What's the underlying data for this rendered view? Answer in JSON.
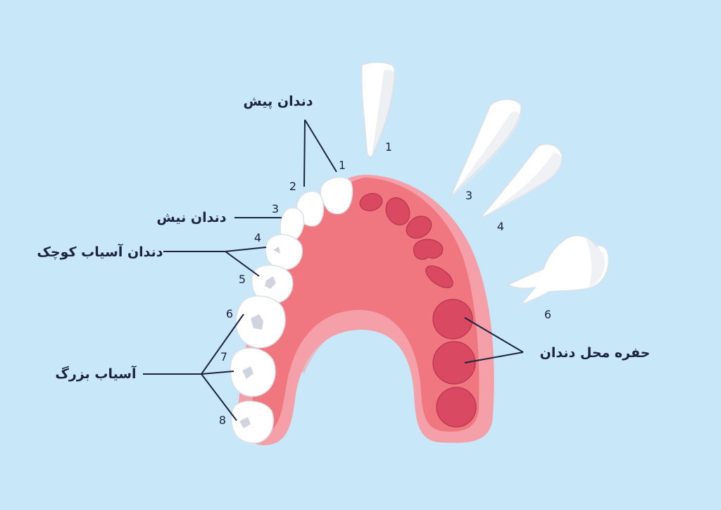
{
  "labels": {
    "incisors": "دندان پیش",
    "canine": "دندان نیش",
    "premolars": "دندان آسیاب کوچک",
    "molars": "آسیاب بزرگ",
    "socket": "حفره محل دندان"
  },
  "arch_numbers": [
    "1",
    "2",
    "3",
    "4",
    "5",
    "6",
    "7",
    "8"
  ],
  "extracted_numbers": [
    "1",
    "3",
    "4",
    "6"
  ],
  "colors": {
    "background": "#c8e8f9",
    "gum": "#f07680",
    "gum_light": "#f5a0a8",
    "socket": "#d94a62",
    "tooth": "#ffffff",
    "text": "#1b2340"
  }
}
